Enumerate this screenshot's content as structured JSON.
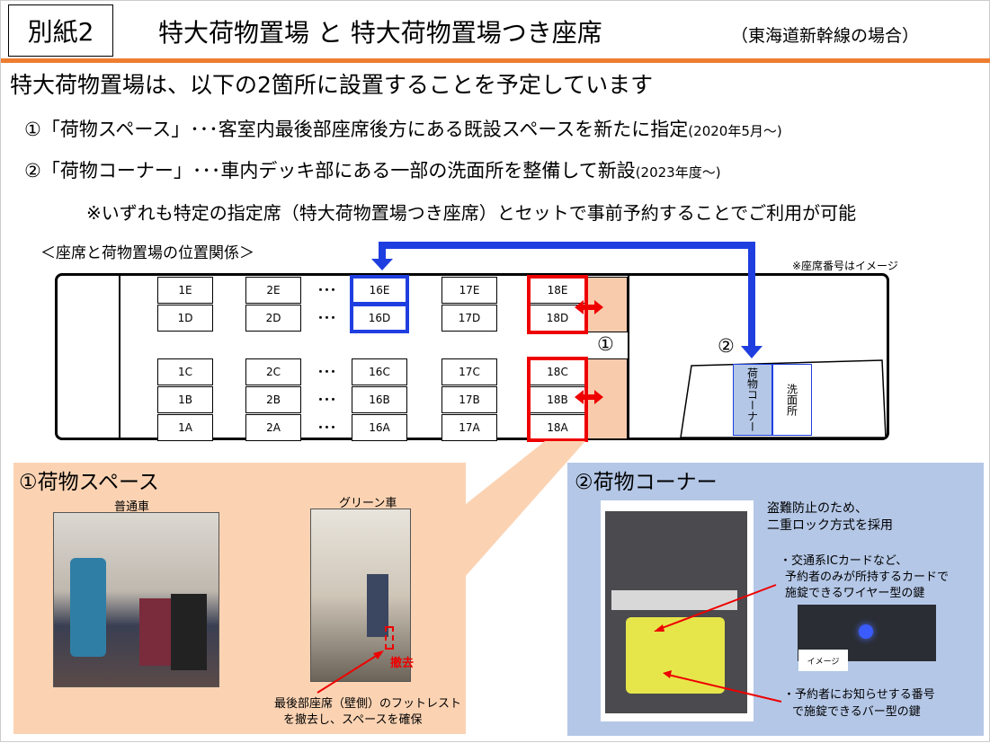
{
  "header": {
    "badge": "別紙2",
    "title": "特大荷物置場 と 特大荷物置場つき座席",
    "subtitle": "（東海道新幹線の場合）"
  },
  "lead": "特大荷物置場は、以下の2箇所に設置することを予定しています",
  "items": [
    {
      "text": "①「荷物スペース」･･･客室内最後部座席後方にある既設スペースを新たに指定",
      "date": "(2020年5月～)"
    },
    {
      "text": "②「荷物コーナー」･･･車内デッキ部にある一部の洗面所を整備して新設",
      "date": "(2023年度～)"
    }
  ],
  "note": "※いずれも特定の指定席（特大荷物置場つき座席）とセットで事前予約することでご利用が可能",
  "diagram": {
    "title": "＜座席と荷物置場の位置関係＞",
    "seat_note": "※座席番号はイメージ",
    "upper_rows": [
      [
        "1E",
        "2E",
        "16E",
        "17E",
        "18E"
      ],
      [
        "1D",
        "2D",
        "16D",
        "17D",
        "18D"
      ]
    ],
    "lower_rows": [
      [
        "1C",
        "2C",
        "16C",
        "17C",
        "18C"
      ],
      [
        "1B",
        "2B",
        "16B",
        "17B",
        "18B"
      ],
      [
        "1A",
        "2A",
        "16A",
        "17A",
        "18A"
      ]
    ],
    "dots": "･･･",
    "marker1": "①",
    "marker2": "②",
    "corner_label": "荷物コーナー",
    "washroom_label": "洗面所"
  },
  "panel1": {
    "title": "①荷物スペース",
    "photo1_caption": "普通車",
    "photo2_caption": "グリーン車",
    "removed": "撤去",
    "caption_line1": "最後部座席（壁側）のフットレスト",
    "caption_line2": "を撤去し、スペースを確保"
  },
  "panel2": {
    "title": "②荷物コーナー",
    "security_line1": "盗難防止のため、",
    "security_line2": "二重ロック方式を採用",
    "lock1_line1": "・交通系ICカードなど、",
    "lock1_line2": "予約者のみが所持するカードで",
    "lock1_line3": "施錠できるワイヤー型の鍵",
    "image_label": "イメージ",
    "lock2_line1": "・予約者にお知らせする番号",
    "lock2_line2": "で施錠できるバー型の鍵"
  },
  "colors": {
    "accent": "#ed7d31",
    "peach": "#f8cbad",
    "blue_panel": "#b4c7e7",
    "red": "#e00000",
    "blue": "#1f3ee0"
  }
}
